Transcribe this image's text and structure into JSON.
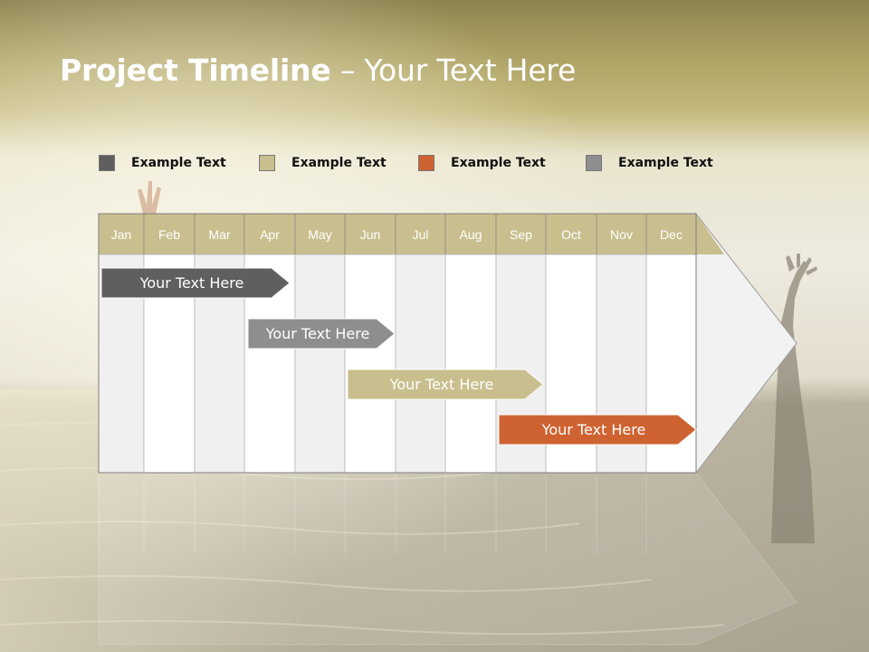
{
  "title": {
    "bold": "Project Timeline",
    "rest": " – Your Text Here"
  },
  "legend": [
    {
      "label": "Example Text",
      "color": "#5f5f5f"
    },
    {
      "label": "Example Text",
      "color": "#c9bf8e"
    },
    {
      "label": "Example Text",
      "color": "#cf6231"
    },
    {
      "label": "Example Text",
      "color": "#8e8e8e"
    }
  ],
  "months": [
    "Jan",
    "Feb",
    "Mar",
    "Apr",
    "May",
    "Jun",
    "Jul",
    "Aug",
    "Sep",
    "Oct",
    "Nov",
    "Dec"
  ],
  "tasks": [
    {
      "label": "Your  Text Here",
      "start_month": "Jan",
      "end_month": "Apr",
      "color": "#5f5f5f"
    },
    {
      "label": "Your  Text Here",
      "start_month": "Apr",
      "end_month": "Jun",
      "color": "#8e8e8e"
    },
    {
      "label": "Your  Text Here",
      "start_month": "Jun",
      "end_month": "Sep",
      "color": "#c9bf8e"
    },
    {
      "label": "Your  Text Here",
      "start_month": "Sep",
      "end_month": "Dec",
      "color": "#cf6231"
    }
  ],
  "colors": {
    "header": "#c9bf8e",
    "sky": "#b8ad6e",
    "sea": "#a09a86"
  }
}
